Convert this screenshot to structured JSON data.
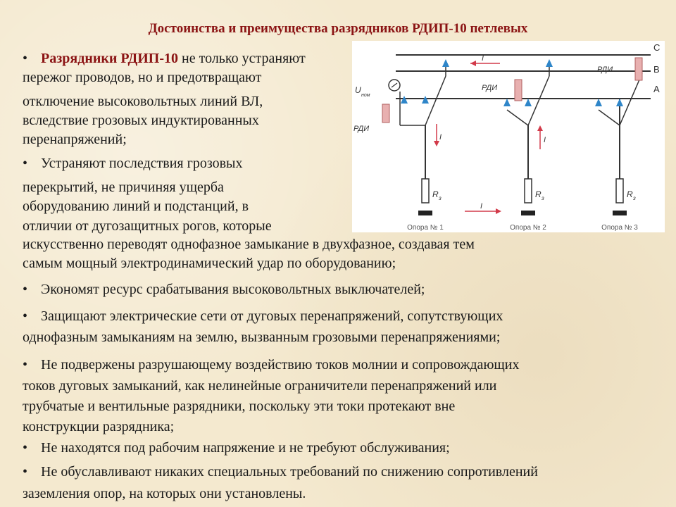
{
  "title": "Достоинства и преимущества разрядников РДИП-10 петлевых",
  "bullet_char": "•",
  "b1": {
    "highlight": "Разрядники РДИП-10",
    "l1_rest": " не только устраняют",
    "l2": "пережог проводов, но и предотвращают",
    "l3": "отключение высоковольтных линий ВЛ,",
    "l4": "вследствие грозовых индуктированных",
    "l5": "перенапряжений;"
  },
  "b2": {
    "l1": "Устраняют последствия грозовых",
    "l2": "перекрытий, не причиняя ущерба",
    "l3": "оборудованию линий и подстанций, в",
    "l4": "отличии от дугозащитных рогов, которые",
    "l5": "искусственно переводят однофазное замыкание в двухфазное, создавая тем",
    "l6": "самым мощный электродинамический удар по оборудованию;"
  },
  "b3": {
    "l1": "Экономят ресурс срабатывания высоковольтных выключателей;"
  },
  "b4": {
    "l1": "Защищают электрические сети от дуговых перенапряжений, сопутствующих",
    "l2": "однофазным замыканиям на землю, вызванным грозовыми перенапряжениями;"
  },
  "b5": {
    "l1": "Не подвержены разрушающему воздействию токов молнии и сопровождающих",
    "l2": "токов дуговых замыканий, как нелинейные ограничители перенапряжений или",
    "l3": "трубчатые и вентильные разрядники, поскольку эти токи протекают вне",
    "l4": "конструкции разрядника;"
  },
  "b6": {
    "l1": "Не находятся под рабочим напряжение и не требуют обслуживания;"
  },
  "b7": {
    "l1": "Не обуславливают никаких специальных требований по снижению сопротивлений",
    "l2": "заземления опор, на которых они установлены."
  },
  "diagram": {
    "phase_c": "C",
    "phase_b": "B",
    "phase_a": "A",
    "rdi_label": "РДИ",
    "u_nom": "U",
    "u_nom_sub": "ном",
    "current": "I",
    "resistor": "R",
    "resistor_sub": "з",
    "support_1": "Опора № 1",
    "support_2": "Опора № 2",
    "support_3": "Опора № 3",
    "colors": {
      "insulator": "#2f86c9",
      "current_arrow": "#d23a4a",
      "arrester": "#e8b0b0"
    }
  }
}
